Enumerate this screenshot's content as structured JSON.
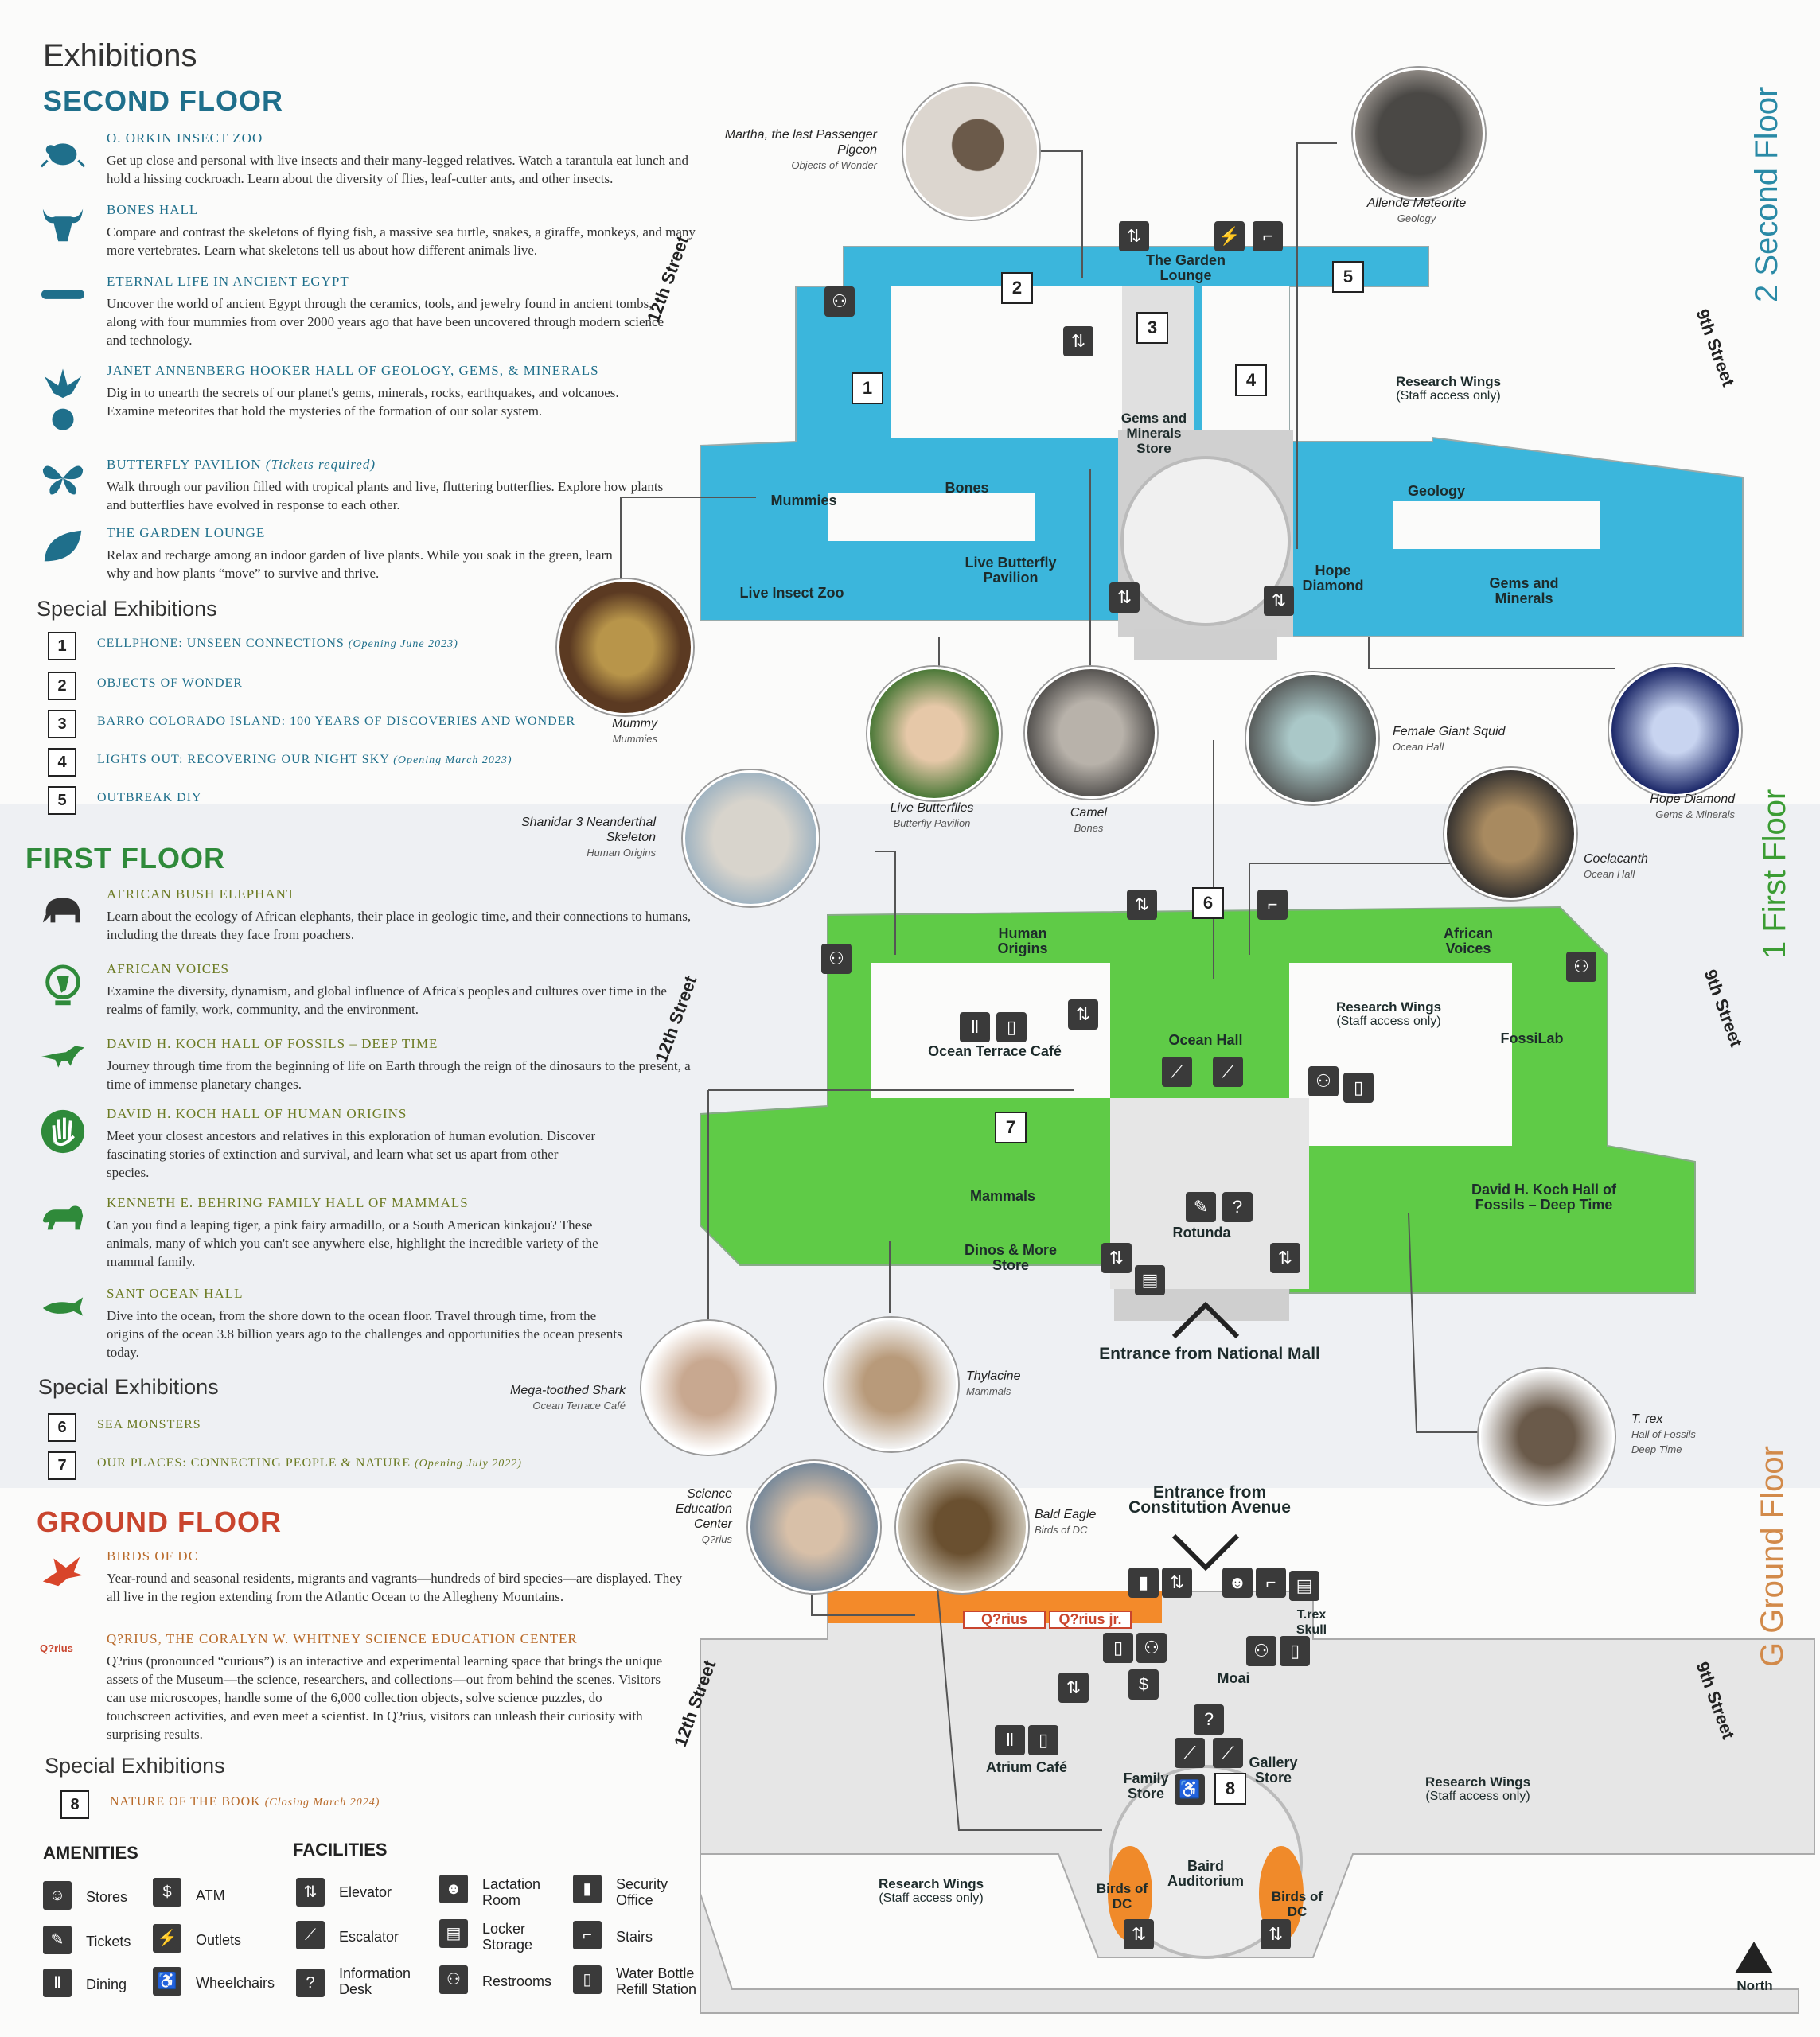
{
  "header": {
    "title": "Exhibitions"
  },
  "second_floor": {
    "title": "SECOND FLOOR",
    "items": [
      {
        "name": "O. ORKIN INSECT ZOO",
        "desc": "Get up close and personal with live insects and their many-legged relatives. Watch a tarantula eat lunch and hold a hissing cockroach. Learn about the diversity of flies, leaf-cutter ants, and other insects."
      },
      {
        "name": "BONES HALL",
        "desc": "Compare and contrast the skeletons of flying fish, a massive sea turtle, snakes, a giraffe, monkeys, and many more vertebrates. Learn what skeletons tell us about how different animals live."
      },
      {
        "name": "ETERNAL LIFE IN ANCIENT EGYPT",
        "desc": "Uncover the world of ancient Egypt through the ceramics, tools, and jewelry found in ancient tombs, along with four mummies from over 2000 years ago that have been uncovered through modern science and technology."
      },
      {
        "name": "JANET ANNENBERG HOOKER HALL OF GEOLOGY, GEMS, & MINERALS",
        "desc": "Dig in to unearth the secrets of our planet's gems, minerals, rocks, earthquakes, and volcanoes. Examine meteorites that hold the mysteries of the formation of our solar system."
      },
      {
        "name": "BUTTERFLY PAVILION",
        "note": "(Tickets required)",
        "desc": "Walk through our pavilion filled with tropical plants and live, fluttering butterflies. Explore how plants and butterflies have evolved in response to each other."
      },
      {
        "name": "THE GARDEN LOUNGE",
        "desc": "Relax and recharge among an indoor garden of live plants. While you soak in the green, learn why and how plants “move” to survive and thrive."
      }
    ],
    "special_title": "Special Exhibitions",
    "special": [
      {
        "num": "1",
        "name": "CELLPHONE: UNSEEN CONNECTIONS",
        "note": "(Opening June 2023)"
      },
      {
        "num": "2",
        "name": "OBJECTS OF WONDER",
        "note": ""
      },
      {
        "num": "3",
        "name": "BARRO COLORADO ISLAND: 100 YEARS OF DISCOVERIES AND WONDER",
        "note": ""
      },
      {
        "num": "4",
        "name": "LIGHTS OUT: RECOVERING OUR NIGHT SKY",
        "note": "(Opening March 2023)"
      },
      {
        "num": "5",
        "name": "OUTBREAK DIY",
        "note": ""
      }
    ]
  },
  "first_floor": {
    "title": "FIRST FLOOR",
    "items": [
      {
        "name": "AFRICAN BUSH ELEPHANT",
        "desc": "Learn about the ecology of African elephants, their place in geologic time, and their connections to humans, including the threats they face from poachers."
      },
      {
        "name": "AFRICAN VOICES",
        "desc": "Examine the diversity, dynamism, and global influence of Africa's peoples and cultures over time in the realms of family, work, community, and the environment."
      },
      {
        "name": "DAVID H. KOCH HALL OF FOSSILS – DEEP TIME",
        "desc": "Journey through time from the beginning of life on Earth through the reign of the dinosaurs to the present, a time of immense planetary changes."
      },
      {
        "name": "DAVID H. KOCH HALL OF HUMAN ORIGINS",
        "desc": "Meet your closest ancestors and relatives in this exploration of human evolution. Discover fascinating stories of extinction and survival, and learn what set us apart from other species."
      },
      {
        "name": "KENNETH E. BEHRING FAMILY HALL OF MAMMALS",
        "desc": "Can you find a leaping tiger, a pink fairy armadillo, or a South American kinkajou? These animals, many of which you can't see anywhere else, highlight the incredible variety of the mammal family."
      },
      {
        "name": "SANT OCEAN HALL",
        "desc": "Dive into the ocean, from the shore down to the ocean floor. Travel through time, from the origins of the ocean 3.8 billion years ago to the challenges and opportunities the ocean presents today."
      }
    ],
    "special_title": "Special Exhibitions",
    "special": [
      {
        "num": "6",
        "name": "SEA MONSTERS",
        "note": ""
      },
      {
        "num": "7",
        "name": "OUR PLACES: CONNECTING PEOPLE & NATURE",
        "note": "(Opening July 2022)"
      }
    ]
  },
  "ground_floor": {
    "title": "GROUND FLOOR",
    "items": [
      {
        "name": "BIRDS OF DC",
        "desc": "Year-round and seasonal residents, migrants and vagrants—hundreds of bird species—are displayed. They all live in the region extending from the Atlantic Ocean to the Allegheny Mountains."
      },
      {
        "name": "Q?RIUS, THE CORALYN W. WHITNEY SCIENCE EDUCATION CENTER",
        "desc": "Q?rius (pronounced “curious”) is an interactive and experimental learning space that brings the unique assets of the Museum—the science, researchers, and collections—out from behind the scenes. Visitors can use microscopes, handle some of the 6,000 collection objects, solve science puzzles, do touchscreen activities, and even meet a scientist. In Q?rius, visitors can unleash their curiosity with surprising results."
      }
    ],
    "special_title": "Special Exhibitions",
    "special": [
      {
        "num": "8",
        "name": "NATURE OF THE BOOK",
        "note": "(Closing March 2024)"
      }
    ]
  },
  "amenities": {
    "title": "AMENITIES",
    "items": [
      {
        "icon": "store-icon",
        "label": "Stores"
      },
      {
        "icon": "atm-icon",
        "label": "ATM"
      },
      {
        "icon": "ticket-icon",
        "label": "Tickets"
      },
      {
        "icon": "outlet-icon",
        "label": "Outlets"
      },
      {
        "icon": "dining-icon",
        "label": "Dining"
      },
      {
        "icon": "wheelchair-icon",
        "label": "Wheelchairs"
      }
    ]
  },
  "facilities": {
    "title": "FACILITIES",
    "items": [
      {
        "icon": "elevator-icon",
        "label": "Elevator"
      },
      {
        "icon": "lactation-icon",
        "label": "Lactation Room"
      },
      {
        "icon": "security-icon",
        "label": "Security Office"
      },
      {
        "icon": "escalator-icon",
        "label": "Escalator"
      },
      {
        "icon": "locker-icon",
        "label": "Locker Storage"
      },
      {
        "icon": "stairs-icon",
        "label": "Stairs"
      },
      {
        "icon": "info-icon",
        "label": "Information Desk"
      },
      {
        "icon": "restroom-icon",
        "label": "Restrooms"
      },
      {
        "icon": "water-icon",
        "label": "Water Bottle Refill Station"
      }
    ]
  },
  "map": {
    "side_labels": {
      "second": "2 Second Floor",
      "first": "1 First Floor",
      "ground": "G Ground Floor"
    },
    "streets": {
      "west": "12th Street",
      "east": "9th Street"
    },
    "second": {
      "halls": {
        "garden": "The Garden Lounge",
        "gems_store": "Gems and Minerals Store",
        "mummies": "Mummies",
        "bones": "Bones",
        "geology": "Geology",
        "butterfly": "Live Butterfly Pavilion",
        "insect": "Live Insect Zoo",
        "hope": "Hope Diamond",
        "gems": "Gems and Minerals",
        "research": "Research Wings",
        "staff": "(Staff access only)"
      },
      "numbers": [
        "1",
        "2",
        "3",
        "4",
        "5"
      ]
    },
    "first": {
      "halls": {
        "human": "Human Origins",
        "african": "African Voices",
        "cafe": "Ocean Terrace Café",
        "ocean": "Ocean Hall",
        "research": "Research Wings",
        "staff": "(Staff access only)",
        "fossilab": "FossiLab",
        "mammals": "Mammals",
        "rotunda": "Rotunda",
        "dinos": "Dinos & More Store",
        "fossils": "David H. Koch Hall of Fossils – Deep Time",
        "entrance": "Entrance from National Mall"
      },
      "numbers": [
        "6",
        "7"
      ]
    },
    "ground": {
      "halls": {
        "entrance": "Entrance from Constitution Avenue",
        "qrius": "Q?rius",
        "qrius_jr": "Q?rius jr.",
        "trex": "T.rex Skull",
        "moai": "Moai",
        "atrium": "Atrium Café",
        "family": "Family Store",
        "gallery": "Gallery Store",
        "baird": "Baird Auditorium",
        "birds": "Birds of DC",
        "research": "Research Wings",
        "staff": "(Staff access only)"
      },
      "numbers": [
        "8"
      ]
    },
    "north": "North"
  },
  "photos": [
    {
      "key": "martha",
      "title": "Martha, the last Passenger Pigeon",
      "sub": "Objects of Wonder"
    },
    {
      "key": "allende",
      "title": "Allende Meteorite",
      "sub": "Geology"
    },
    {
      "key": "mummy",
      "title": "Mummy",
      "sub": "Mummies"
    },
    {
      "key": "butterflies",
      "title": "Live Butterflies",
      "sub": "Butterfly Pavilion"
    },
    {
      "key": "camel",
      "title": "Camel",
      "sub": "Bones"
    },
    {
      "key": "squid",
      "title": "Female Giant Squid",
      "sub": "Ocean Hall"
    },
    {
      "key": "hope",
      "title": "Hope Diamond",
      "sub": "Gems & Minerals"
    },
    {
      "key": "shanidar",
      "title": "Shanidar 3 Neanderthal Skeleton",
      "sub": "Human Origins"
    },
    {
      "key": "coelacanth",
      "title": "Coelacanth",
      "sub": "Ocean Hall"
    },
    {
      "key": "shark",
      "title": "Mega-toothed Shark",
      "sub": "Ocean Terrace Café"
    },
    {
      "key": "thylacine",
      "title": "Thylacine",
      "sub": "Mammals"
    },
    {
      "key": "trex",
      "title": "T. rex",
      "sub": "Hall of Fossils Deep Time"
    },
    {
      "key": "science",
      "title": "Science Education Center",
      "sub": "Q?rius"
    },
    {
      "key": "eagle",
      "title": "Bald Eagle",
      "sub": "Birds of DC"
    }
  ],
  "colors": {
    "second_floor": "#3bb6dc",
    "first_floor": "#5fcb47",
    "ground_floor": "#e6e6e6",
    "accent_red": "#c9452e",
    "accent_green": "#2f8a3a",
    "accent_teal": "#1f6f8b"
  }
}
